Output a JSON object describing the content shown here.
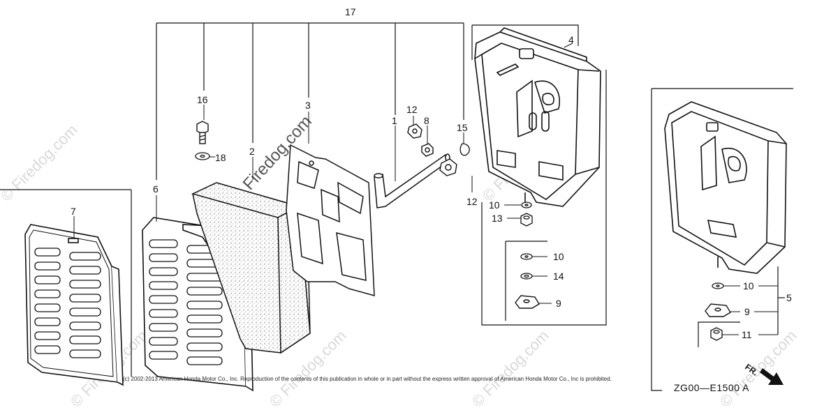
{
  "watermark": "© Firedog.com",
  "copyright": "(c) 2002-2013 American Honda Motor Co., Inc. Reproduction of the contents of this publication in whole or in part without the express written approval of American Honda Motor Co., Inc is prohibited.",
  "diagram_code": "ZG00—E1500 A",
  "direction_label": "FR.",
  "callouts": {
    "c17": "17",
    "c4": "4",
    "c16": "16",
    "c18": "18",
    "c3": "3",
    "c2": "2",
    "c6": "6",
    "c7": "7",
    "c1": "1",
    "c12a": "12",
    "c8": "8",
    "c15": "15",
    "c12b": "12",
    "c10a": "10",
    "c13": "13",
    "c10b": "10",
    "c14": "14",
    "c9a": "9",
    "c10c": "10",
    "c9b": "9",
    "c11": "11",
    "c5": "5"
  }
}
